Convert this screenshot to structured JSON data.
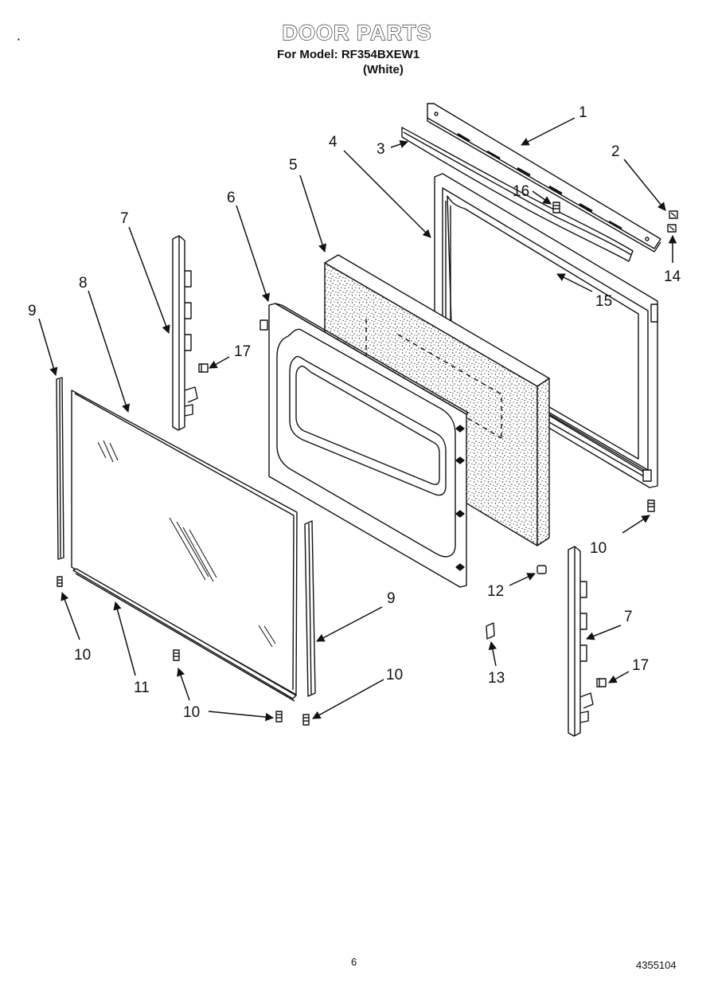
{
  "header": {
    "title": "DOOR PARTS",
    "model_line": "For Model: RF354BXEW1",
    "color_line": "(White)"
  },
  "footer": {
    "page_number": "6",
    "document_number": "4355104"
  },
  "callouts": [
    "1",
    "2",
    "3",
    "4",
    "5",
    "6",
    "7",
    "8",
    "9",
    "10",
    "11",
    "12",
    "13",
    "14",
    "15",
    "16",
    "17"
  ]
}
